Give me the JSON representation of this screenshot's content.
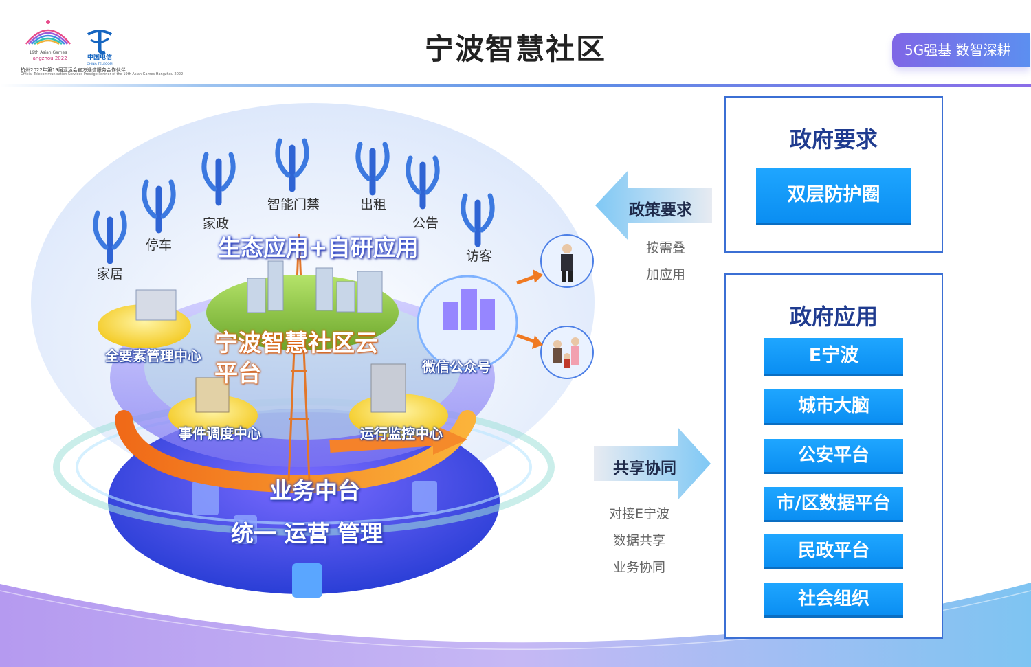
{
  "header": {
    "title": "宁波智慧社区",
    "slogan": "5G强基 数智深耕",
    "logo_games_line1": "19th Asian Games",
    "logo_games_line2": "Hangzhou 2022",
    "logo_telecom_cn": "中国电信",
    "logo_telecom_en": "CHINA TELECOM",
    "logo_caption": "杭州2022年第19届亚运会官方通信服务合作伙伴",
    "logo_caption_en": "Official Telecommunication Services Prestige Partner of the 19th Asian Games Hangzhou 2022"
  },
  "diagram": {
    "app_icons": [
      "家居",
      "停车",
      "家政",
      "智能门禁",
      "出租",
      "公告",
      "访客"
    ],
    "ecosystem_label": "生态应用+自研应用",
    "platform_title": "宁波智慧社区云平台",
    "nodes": {
      "full_elements": "全要素管理中心",
      "wechat": "微信公众号",
      "event_dispatch": "事件调度中心",
      "ops_monitor": "运行监控中心"
    },
    "business_platform": "业务中台",
    "unified_ops": "统一 运营 管理"
  },
  "middle": {
    "policy_arrow": "政策要求",
    "policy_notes": [
      "按需叠",
      "加应用"
    ],
    "share_arrow": "共享协同",
    "share_notes": [
      "对接E宁波",
      "数据共享",
      "业务协同"
    ]
  },
  "gov_requirements": {
    "title": "政府要求",
    "item": "双层防护圈"
  },
  "gov_applications": {
    "title": "政府应用",
    "items": [
      "E宁波",
      "城市大脑",
      "公安平台",
      "市/区数据平台",
      "民政平台",
      "社会组织"
    ]
  },
  "colors": {
    "accent_blue": "#0a8ef2",
    "panel_border": "#3b6fd4",
    "orange": "#f07a22",
    "purple": "#6a4fe0"
  }
}
